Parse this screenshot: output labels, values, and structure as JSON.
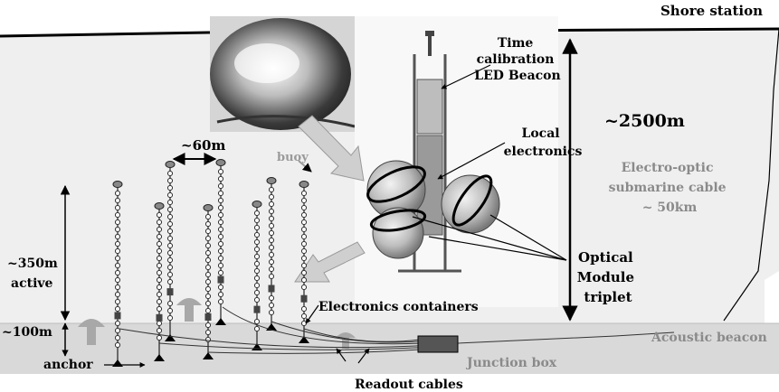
{
  "labels": {
    "shore_station": "Shore station",
    "time_calibration": [
      "Time",
      "calibration",
      "LED Beacon"
    ],
    "local_electronics": [
      "Local",
      "electronics"
    ],
    "depth": "~2500m",
    "cable": [
      "Electro-optic",
      "submarine cable",
      "~ 50km"
    ],
    "spacing": "~60m",
    "buoy": "buoy",
    "active_height": [
      "~350m",
      "active"
    ],
    "optical_module": [
      "Optical",
      "Module",
      "triplet"
    ],
    "electronics_containers": "Electronics containers",
    "bottom_height": "~100m",
    "anchor": "anchor",
    "acoustic_beacon": "Acoustic beacon",
    "junction_box": "Junction box",
    "readout_cables": "Readout cables"
  },
  "colors": {
    "sea": "#efefef",
    "seabed": "#d9d9d9",
    "text": "#000000",
    "grey_text": "#8a8a8a",
    "arrow_fill": "#cfcfcf",
    "junction_box": "#555555"
  },
  "icons": {
    "anchor": "anchor-triangle-icon",
    "buoy": "buoy-ellipse-icon",
    "acoustic_beacon": "mushroom-beacon-icon"
  }
}
